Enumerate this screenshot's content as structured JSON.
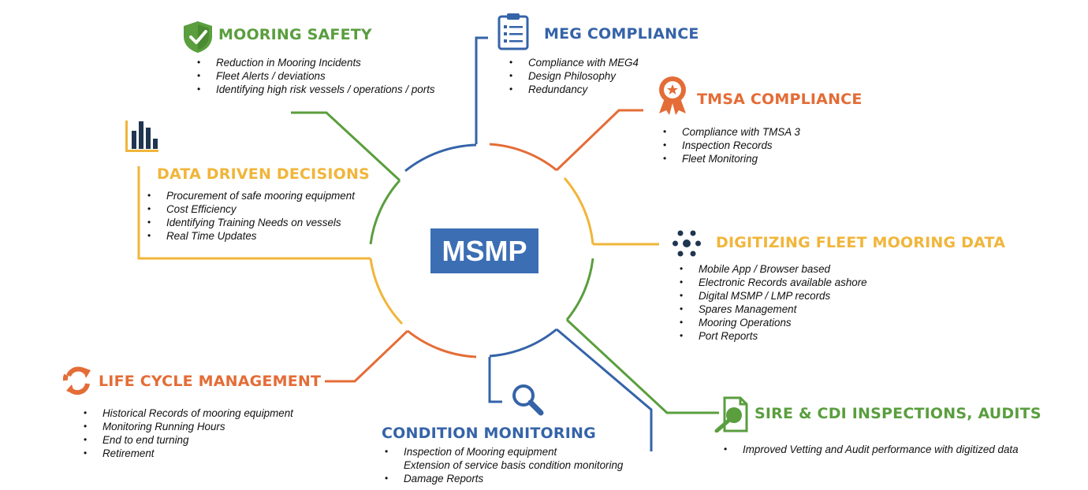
{
  "hub_label": "MSMP",
  "colors": {
    "green": "#5a9e3e",
    "blue": "#3563a8",
    "orange": "#e46c36",
    "yellow": "#f1b53a",
    "hub_fill": "#3c6eb4",
    "navy_icon": "#1f3550"
  },
  "topics": [
    {
      "title": "MOORING SAFETY",
      "color": "green",
      "icon": "shield-check-icon",
      "bullets": [
        "Reduction in Mooring Incidents",
        "Fleet Alerts / deviations",
        "Identifying high risk vessels / operations / ports"
      ]
    },
    {
      "title": "MEG COMPLIANCE",
      "color": "blue",
      "icon": "clipboard-checklist-icon",
      "bullets": [
        "Compliance with MEG4",
        "Design Philosophy",
        "Redundancy"
      ]
    },
    {
      "title": "TMSA COMPLIANCE",
      "color": "orange",
      "icon": "award-ribbon-icon",
      "bullets": [
        "Compliance with TMSA 3",
        "Inspection Records",
        "Fleet Monitoring"
      ]
    },
    {
      "title": "DATA DRIVEN DECISIONS",
      "color": "yellow",
      "icon": "bar-chart-icon",
      "bullets": [
        "Procurement of safe mooring equipment",
        "Cost Efficiency",
        "Identifying Training Needs on vessels",
        "Real Time Updates"
      ]
    },
    {
      "title": "DIGITIZING FLEET MOORING DATA",
      "color": "yellow",
      "icon": "dot-cluster-icon",
      "bullets": [
        "Mobile App / Browser based",
        "Electronic Records available ashore",
        "Digital MSMP / LMP records",
        "Spares Management",
        "Mooring Operations",
        "Port Reports"
      ]
    },
    {
      "title": "LIFE CYCLE MANAGEMENT",
      "color": "orange",
      "icon": "recycle-arrows-icon",
      "bullets": [
        "Historical Records of mooring equipment",
        "Monitoring Running Hours",
        "End to end turning",
        "Retirement"
      ]
    },
    {
      "title": "CONDITION MONITORING",
      "color": "blue",
      "icon": "magnifier-icon",
      "bullets": [
        "Inspection of Mooring equipment",
        "Extension of service basis condition monitoring",
        "Damage Reports"
      ]
    },
    {
      "title": "SIRE & CDI INSPECTIONS, AUDITS",
      "color": "green",
      "icon": "document-search-icon",
      "bullets": [
        "Improved Vetting and Audit performance with digitized data"
      ]
    }
  ]
}
